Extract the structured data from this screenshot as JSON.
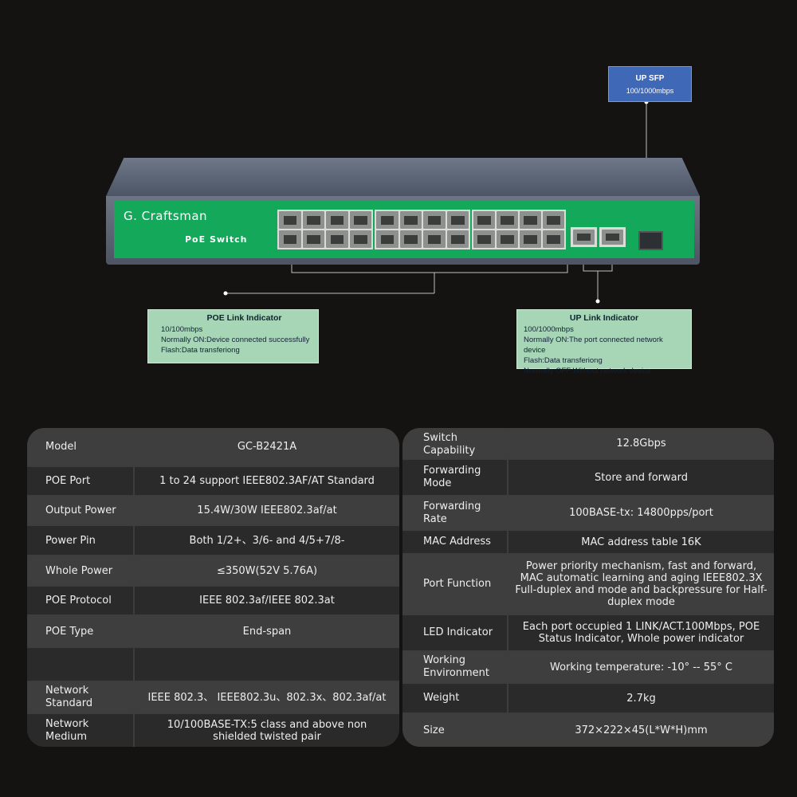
{
  "device": {
    "brand": "G. Craftsman",
    "model_label": "PoE Switch",
    "sfp_callout": {
      "title": "UP SFP",
      "speed": "100/1000mbps"
    },
    "poe_callout": {
      "title": "POE Link Indicator",
      "lines": [
        "10/100mbps",
        "Normally ON:Device connected successfully",
        "Flash:Data transferiong"
      ]
    },
    "up_callout": {
      "title": "UP Link Indicator",
      "lines": [
        "100/1000mbps",
        "Normally ON:The port connected network device",
        "Flash:Data transferiong",
        "Normally OFF:Without network device"
      ]
    },
    "colors": {
      "plate": "#14a85a",
      "sfp_callout_bg": "#3f69b6",
      "green_callout_bg": "#a7d6b6"
    }
  },
  "specs_left": [
    {
      "key": "Model",
      "value": "GC-B2421A"
    },
    {
      "key": "POE Port",
      "value": "1 to 24 support IEEE802.3AF/AT Standard"
    },
    {
      "key": "Output Power",
      "value": "15.4W/30W    IEEE802.3af/at"
    },
    {
      "key": "Power Pin",
      "value": "Both 1/2+、3/6- and 4/5+7/8-"
    },
    {
      "key": "Whole Power",
      "value": "≤350W(52V 5.76A)"
    },
    {
      "key": "POE Protocol",
      "value": "IEEE 802.3af/IEEE 802.3at"
    },
    {
      "key": "POE Type",
      "value": "End-span"
    },
    {
      "key": "",
      "value": ""
    },
    {
      "key": "Network Standard",
      "value": "IEEE 802.3、 IEEE802.3u、802.3x、802.3af/at"
    },
    {
      "key": "Network Medium",
      "value": "10/100BASE-TX:5 class and above non shielded twisted pair"
    }
  ],
  "specs_right": [
    {
      "key": "Switch Capability",
      "value": "12.8Gbps"
    },
    {
      "key": "Forwarding Mode",
      "value": "Store and forward"
    },
    {
      "key": "Forwarding Rate",
      "value": "100BASE-tx: 14800pps/port"
    },
    {
      "key": "MAC Address",
      "value": "MAC address table 16K"
    },
    {
      "key": "Port Function",
      "value": "Power priority mechanism, fast and forward, MAC automatic learning and aging IEEE802.3X Full-duplex and mode and backpressure for Half-duplex mode"
    },
    {
      "key": "LED Indicator",
      "value": "Each port occupied 1 LINK/ACT.100Mbps, POE Status Indicator, Whole power indicator"
    },
    {
      "key": "Working Environment",
      "value": "Working temperature: -10° -- 55° C"
    },
    {
      "key": "Weight",
      "value": "2.7kg"
    },
    {
      "key": "Size",
      "value": "372×222×45(L*W*H)mm"
    }
  ]
}
